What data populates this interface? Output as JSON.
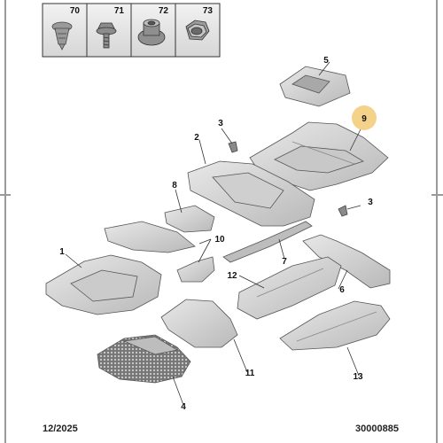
{
  "header_parts": [
    {
      "ref": "70",
      "icon": "push-clip-icon"
    },
    {
      "ref": "71",
      "icon": "screw-bolt-icon"
    },
    {
      "ref": "72",
      "icon": "flange-nut-icon"
    },
    {
      "ref": "73",
      "icon": "hex-nut-icon"
    }
  ],
  "callouts": {
    "c1": "1",
    "c2": "2",
    "c3a": "3",
    "c3b": "3",
    "c4": "4",
    "c5": "5",
    "c6": "6",
    "c7": "7",
    "c8": "8",
    "c9": "9",
    "c10": "10",
    "c11": "11",
    "c12": "12",
    "c13": "13"
  },
  "highlight_color": "#f5d28a",
  "footer": {
    "date": "12/2025",
    "code": "30000885"
  }
}
